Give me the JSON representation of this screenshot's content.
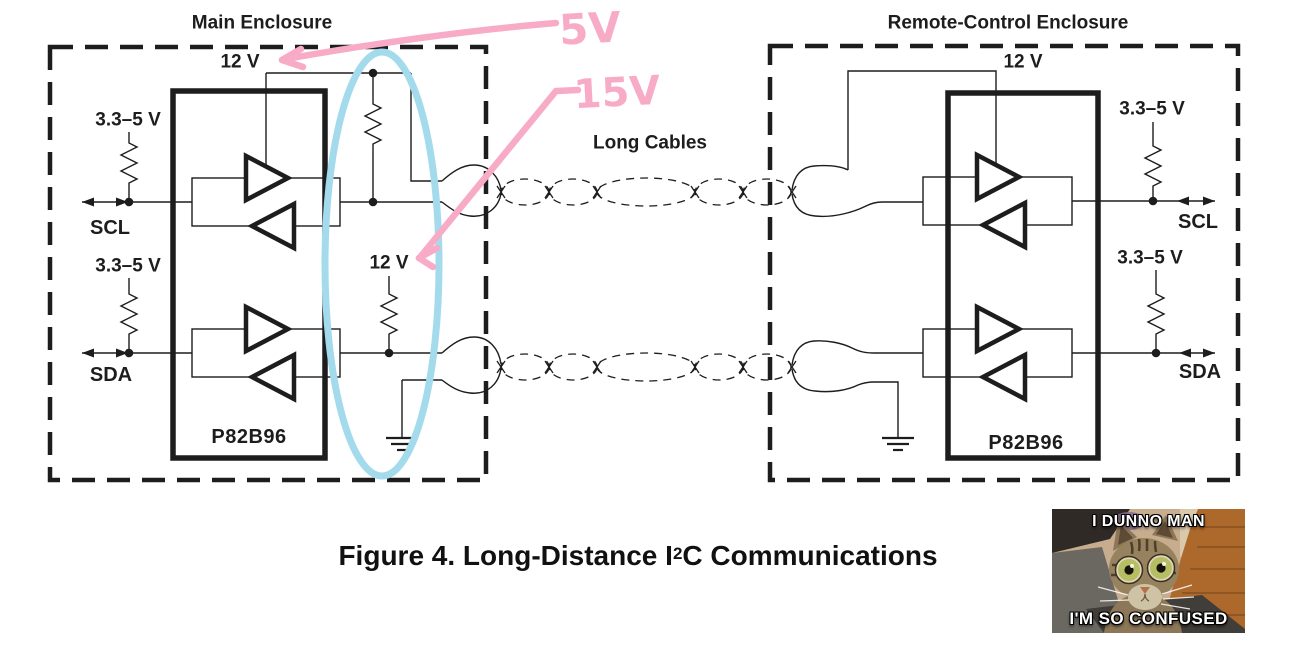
{
  "main_enclosure": {
    "title": "Main Enclosure",
    "chip_label": "P82B96",
    "scl_supply_label": "12 V",
    "sda_supply_label": "12 V",
    "scl_pullup_label": "3.3–5 V",
    "sda_pullup_label": "3.3–5 V",
    "scl_bus_label": "SCL",
    "sda_bus_label": "SDA"
  },
  "remote_enclosure": {
    "title": "Remote-Control Enclosure",
    "chip_label": "P82B96",
    "supply_label": "12 V",
    "scl_pullup_label": "3.3–5 V",
    "sda_pullup_label": "3.3–5 V",
    "scl_bus_label": "SCL",
    "sda_bus_label": "SDA"
  },
  "cables": {
    "label": "Long Cables"
  },
  "caption": {
    "part1": "Figure 4. Long-Distance I",
    "sup": "2",
    "part2": "C Communications"
  },
  "annotations": {
    "supply_note_top": "5V",
    "supply_note_mid": "15V",
    "pink_color": "#f8abc6",
    "highlight_ellipse_color": "#a3dbec"
  },
  "meme": {
    "top_text": "I DUNNO MAN",
    "bottom_text": "I'M SO CONFUSED"
  }
}
